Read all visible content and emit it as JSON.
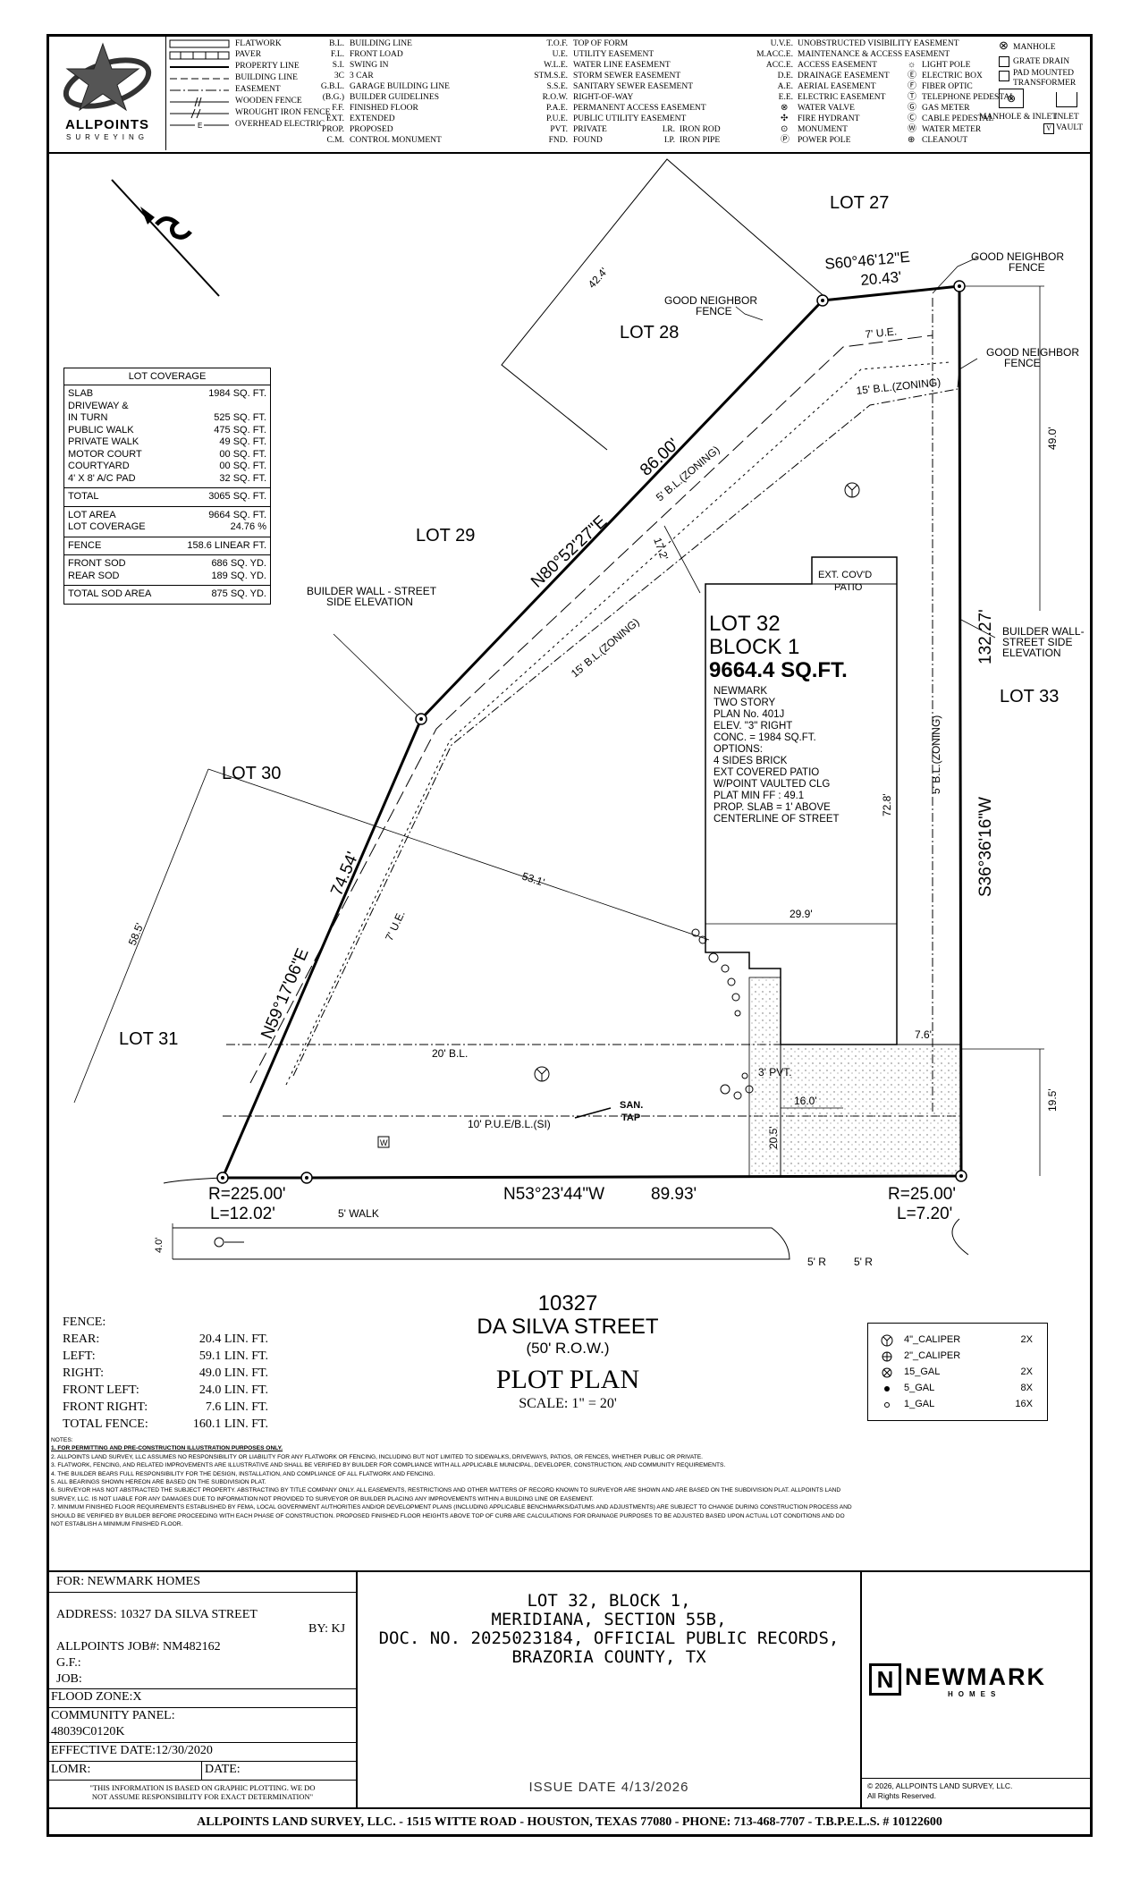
{
  "logo": {
    "name": "ALLPOINTS",
    "sub": "SURVEYING"
  },
  "legend": {
    "line_types": [
      "FLATWORK",
      "PAVER",
      "PROPERTY LINE",
      "BUILDING LINE",
      "EASEMENT",
      "WOODEN FENCE",
      "WROUGHT IRON FENCE",
      "OVERHEAD ELECTRIC"
    ],
    "abbrev_col1": [
      {
        "a": "B.L.",
        "d": "BUILDING LINE"
      },
      {
        "a": "F.L.",
        "d": "FRONT LOAD"
      },
      {
        "a": "S.I.",
        "d": "SWING IN"
      },
      {
        "a": "3C",
        "d": "3 CAR"
      },
      {
        "a": "G.B.L.",
        "d": "GARAGE BUILDING LINE"
      },
      {
        "a": "(B.G.)",
        "d": "BUILDER GUIDELINES"
      },
      {
        "a": "F.F.",
        "d": "FINISHED FLOOR"
      },
      {
        "a": "EXT.",
        "d": "EXTENDED"
      },
      {
        "a": "PROP.",
        "d": "PROPOSED"
      },
      {
        "a": "C.M.",
        "d": "CONTROL MONUMENT"
      }
    ],
    "abbrev_col2": [
      {
        "a": "T.O.F.",
        "d": "TOP OF FORM"
      },
      {
        "a": "U.E.",
        "d": "UTILITY EASEMENT"
      },
      {
        "a": "W.L.E.",
        "d": "WATER LINE EASEMENT"
      },
      {
        "a": "STM.S.E.",
        "d": "STORM SEWER EASEMENT"
      },
      {
        "a": "S.S.E.",
        "d": "SANITARY SEWER EASEMENT"
      },
      {
        "a": "R.O.W.",
        "d": "RIGHT-OF-WAY"
      },
      {
        "a": "P.A.E.",
        "d": "PERMANENT ACCESS EASEMENT"
      },
      {
        "a": "P.U.E.",
        "d": "PUBLIC UTILITY EASEMENT"
      },
      {
        "a": "PVT.",
        "d": "PRIVATE"
      },
      {
        "a": "FND.",
        "d": "FOUND"
      }
    ],
    "abbrev_col2b": [
      {
        "a": "I.R.",
        "d": "IRON ROD"
      },
      {
        "a": "I.P.",
        "d": "IRON PIPE"
      }
    ],
    "abbrev_col3": [
      {
        "a": "U.V.E.",
        "d": "UNOBSTRUCTED VISIBILITY EASEMENT"
      },
      {
        "a": "M.ACC.E.",
        "d": "MAINTENANCE & ACCESS EASEMENT"
      },
      {
        "a": "ACC.E.",
        "d": "ACCESS EASEMENT"
      },
      {
        "a": "D.E.",
        "d": "DRAINAGE EASEMENT"
      },
      {
        "a": "A.E.",
        "d": "AERIAL EASEMENT"
      },
      {
        "a": "E.E.",
        "d": "ELECTRIC EASEMENT"
      }
    ],
    "symbols_col3": [
      "WATER VALVE",
      "FIRE HYDRANT",
      "MONUMENT",
      "POWER POLE"
    ],
    "symbols_col4": [
      "LIGHT POLE",
      "ELECTRIC BOX",
      "FIBER OPTIC",
      "TELEPHONE PEDESTAL",
      "GAS METER",
      "CABLE PEDESTAL",
      "WATER METER",
      "CLEANOUT"
    ],
    "symbols_col5": [
      "MANHOLE",
      "GRATE DRAIN",
      "PAD MOUNTED TRANSFORMER",
      "MANHOLE & INLET",
      "INLET",
      "VAULT"
    ]
  },
  "lot_coverage": {
    "title": "LOT COVERAGE",
    "rows": [
      {
        "k": "SLAB",
        "v": "1984 SQ. FT."
      },
      {
        "k": "DRIVEWAY &",
        "v": ""
      },
      {
        "k": "IN TURN",
        "v": "525 SQ. FT."
      },
      {
        "k": "PUBLIC WALK",
        "v": "475 SQ. FT."
      },
      {
        "k": "PRIVATE WALK",
        "v": "49 SQ. FT."
      },
      {
        "k": "MOTOR COURT",
        "v": "00 SQ. FT."
      },
      {
        "k": "COURTYARD",
        "v": "00 SQ. FT."
      },
      {
        "k": "4' X 8' A/C PAD",
        "v": "32 SQ. FT."
      }
    ],
    "total": {
      "k": "TOTAL",
      "v": "3065 SQ. FT."
    },
    "area_rows": [
      {
        "k": "LOT AREA",
        "v": "9664 SQ. FT."
      },
      {
        "k": "LOT COVERAGE",
        "v": "24.76 %"
      }
    ],
    "fence": {
      "k": "FENCE",
      "v": "158.6 LINEAR FT."
    },
    "sod_rows": [
      {
        "k": "FRONT SOD",
        "v": "686 SQ. YD."
      },
      {
        "k": "REAR SOD",
        "v": "189 SQ. YD."
      }
    ],
    "sod_total": {
      "k": "TOTAL SOD AREA",
      "v": "875 SQ. YD."
    }
  },
  "plan": {
    "lots": {
      "lot27": "LOT 27",
      "lot28": "LOT 28",
      "lot29": "LOT 29",
      "lot30": "LOT 30",
      "lot31": "LOT 31",
      "lot33": "LOT 33"
    },
    "subject": {
      "lot": "LOT 32",
      "block": "BLOCK 1",
      "area": "9664.4 SQ.FT."
    },
    "house_info": [
      "NEWMARK",
      "TWO STORY",
      "PLAN No. 401J",
      "ELEV. \"3\" RIGHT",
      "CONC. = 1984 SQ.FT.",
      "OPTIONS:",
      "4 SIDES BRICK",
      "EXT COVERED PATIO",
      "W/POINT VAULTED CLG",
      "PLAT MIN FF : 49.1",
      "PROP. SLAB = 1' ABOVE",
      "CENTERLINE OF STREET"
    ],
    "patio": [
      "EXT. COV'D",
      "PATIO"
    ],
    "bearings": {
      "top": "S60°46'12\"E",
      "top_dist": "20.43'",
      "ne": "N80°52'27\"E",
      "ne_dist": "86.00'",
      "right": "S36°36'16\"W",
      "right_dist": "132.27'",
      "left": "N59°17'06\"E",
      "left_dist": "74.54'",
      "bottom": "N53°23'44\"W",
      "bottom_dist": "89.93'",
      "curve_left_r": "R=225.00'",
      "curve_left_l": "L=12.02'",
      "curve_right_r": "R=25.00'",
      "curve_right_l": "L=7.20'"
    },
    "dims": {
      "d42": "42.4'",
      "d49": "49.0'",
      "d17": "17.2'",
      "d531": "53.1'",
      "d585": "58.5'",
      "d728": "72.8'",
      "d299": "29.9'",
      "d76": "7.6'",
      "d195": "19.5'",
      "d160": "16.0'",
      "d205": "20.5'",
      "d40": "4.0'",
      "pvt": "3' PVT."
    },
    "lines": {
      "ue7a": "7' U.E.",
      "ue7b": "7' U.E.",
      "bl15a": "15' B.L.(ZONING)",
      "bl15b": "15' B.L.(ZONING)",
      "bl5a": "5' B.L.(ZONING)",
      "bl5b": "5' B.L.(ZONING)",
      "bl20": "20' B.L.",
      "pue10": "10' P.U.E/B.L.(SI)",
      "walk": "5' WALK",
      "r5a": "5' R",
      "r5b": "5' R",
      "san": "SAN.",
      "tap": "TAP"
    },
    "callouts": {
      "gn1": "GOOD NEIGHBOR",
      "gn1b": "FENCE",
      "gn2": "GOOD NEIGHBOR",
      "gn2b": "FENCE",
      "gn3": "GOOD NEIGHBOR",
      "gn3b": "FENCE",
      "bw1a": "BUILDER WALL - STREET",
      "bw1b": "SIDE ELEVATION",
      "bw2a": "BUILDER WALL-",
      "bw2b": "STREET SIDE",
      "bw2c": "ELEVATION"
    }
  },
  "street": {
    "number": "10327",
    "name": "DA SILVA STREET",
    "row": "(50' R.O.W.)"
  },
  "plot_plan": {
    "title": "PLOT PLAN",
    "scale": "SCALE: 1\" = 20'"
  },
  "fence_table": {
    "title": "FENCE:",
    "rows": [
      {
        "k": "REAR:",
        "v": "20.4 LIN. FT."
      },
      {
        "k": "LEFT:",
        "v": "59.1 LIN. FT."
      },
      {
        "k": "RIGHT:",
        "v": "49.0 LIN. FT."
      },
      {
        "k": "FRONT LEFT:",
        "v": "24.0 LIN. FT."
      },
      {
        "k": "FRONT RIGHT:",
        "v": "7.6 LIN. FT."
      },
      {
        "k": "TOTAL FENCE:",
        "v": "160.1 LIN. FT."
      }
    ]
  },
  "tree_legend": [
    {
      "label": "4\"_CALIPER",
      "count": "2X"
    },
    {
      "label": "2\"_CALIPER",
      "count": ""
    },
    {
      "label": "15_GAL",
      "count": "2X"
    },
    {
      "label": "5_GAL",
      "count": "8X"
    },
    {
      "label": "1_GAL",
      "count": "16X"
    }
  ],
  "notes": {
    "title": "NOTES:",
    "items": [
      "1.  FOR PERMITTING AND PRE-CONSTRUCTION ILLUSTRATION PURPOSES ONLY.",
      "2.  ALLPOINTS LAND SURVEY, LLC ASSUMES NO RESPONSIBILITY OR LIABILITY FOR ANY FLATWORK OR FENCING, INCLUDING BUT NOT LIMITED TO SIDEWALKS, DRIVEWAYS, PATIOS, OR FENCES, WHETHER PUBLIC OR PRIVATE.",
      "3.  FLATWORK, FENCING, AND RELATED IMPROVEMENTS ARE ILLUSTRATIVE AND SHALL BE VERIFIED BY BUILDER FOR COMPLIANCE WITH ALL APPLICABLE MUNICIPAL, DEVELOPER, CONSTRUCTION, AND COMMUNITY REQUIREMENTS.",
      "4.  THE BUILDER BEARS FULL RESPONSIBILITY FOR THE DESIGN, INSTALLATION, AND COMPLIANCE OF ALL FLATWORK AND FENCING.",
      "5.  ALL BEARINGS SHOWN HEREON ARE BASED ON THE SUBDIVISION PLAT.",
      "6.  SURVEYOR HAS NOT ABSTRACTED THE SUBJECT PROPERTY. ABSTRACTING BY TITLE COMPANY ONLY. ALL EASEMENTS, RESTRICTIONS AND OTHER MATTERS OF RECORD KNOWN TO SURVEYOR ARE SHOWN AND ARE BASED ON THE SUBDIVISION PLAT. ALLPOINTS LAND",
      "     SURVEY, LLC. IS NOT LIABLE FOR ANY DAMAGES DUE TO INFORMATION NOT PROVIDED TO SURVEYOR OR BUILDER PLACING ANY IMPROVEMENTS WITHIN A BUILDING LINE OR EASEMENT.",
      "7.  MINIMUM FINISHED FLOOR REQUIREMENTS ESTABLISHED BY FEMA, LOCAL GOVERNMENT AUTHORITIES AND/OR DEVELOPMENT PLANS (INCLUDING APPLICABLE BENCHMARKS/DATUMS AND ADJUSTMENTS) ARE SUBJECT TO CHANGE DURING CONSTRUCTION PROCESS AND",
      "     SHOULD BE VERIFIED BY BUILDER BEFORE PROCEEDING WITH EACH PHASE OF CONSTRUCTION.  PROPOSED FINISHED FLOOR HEIGHTS ABOVE TOP OF CURB ARE CALCULATIONS FOR DRAINAGE PURPOSES TO BE ADJUSTED BASED UPON ACTUAL LOT CONDITIONS AND DO",
      "     NOT ESTABLISH A MINIMUM FINISHED FLOOR."
    ]
  },
  "title_block": {
    "for": "FOR:  NEWMARK HOMES",
    "address": "ADDRESS: 10327 DA SILVA STREET",
    "by": "BY: KJ",
    "job": "ALLPOINTS JOB#:  NM482162",
    "gf": "G.F.:",
    "job2": "JOB:",
    "flood": "FLOOD ZONE:X",
    "panel_label": "COMMUNITY PANEL:",
    "panel": "48039C0120K",
    "effective": "EFFECTIVE DATE:12/30/2020",
    "lomr": "LOMR:",
    "date": "DATE:",
    "disclaimer1": "\"THIS INFORMATION IS BASED ON GRAPHIC PLOTTING.  WE DO",
    "disclaimer2": "NOT ASSUME RESPONSIBILITY FOR EXACT DETERMINATION\"",
    "legal": [
      "LOT 32, BLOCK 1,",
      "MERIDIANA, SECTION 55B,",
      "DOC. NO. 2025023184, OFFICIAL PUBLIC RECORDS,",
      "BRAZORIA COUNTY, TX"
    ],
    "issue": "ISSUE DATE 4/13/2026",
    "brand": "NEWMARK",
    "brand_sub": "HOMES",
    "brand_mark": "N",
    "copyright1": "© 2026, ALLPOINTS LAND SURVEY, LLC.",
    "copyright2": "All Rights Reserved."
  },
  "footer": "ALLPOINTS LAND SURVEY, LLC. - 1515 WITTE ROAD - HOUSTON, TEXAS 77080 - PHONE: 713-468-7707 - T.B.P.E.L.S. # 10122600"
}
